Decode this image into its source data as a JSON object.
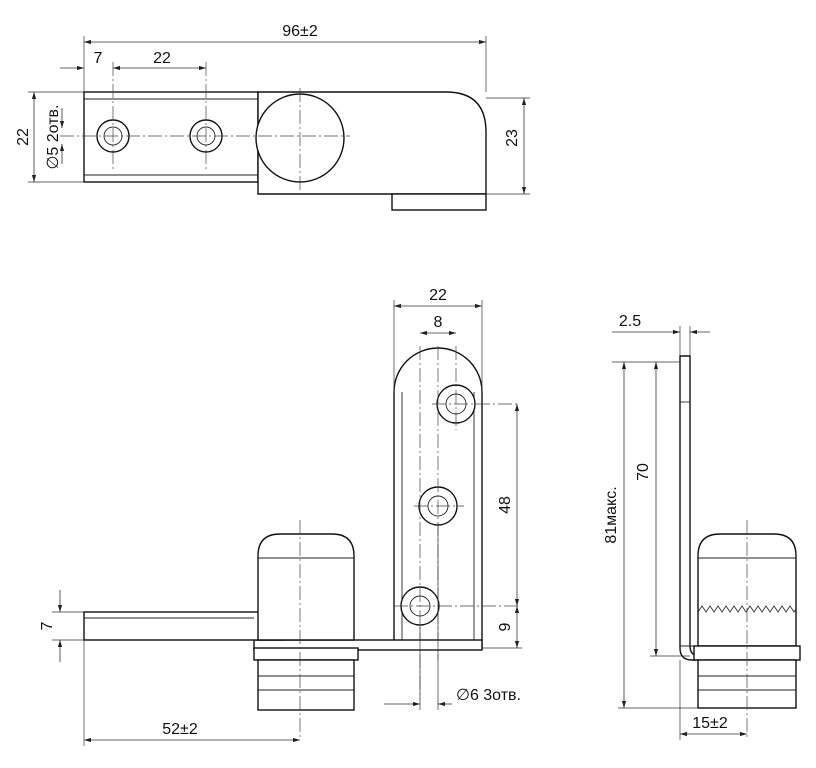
{
  "drawing": {
    "title": "",
    "dimensions": {
      "overall_length": "96±2",
      "hole_offset": "7",
      "hole_spacing_top": "22",
      "plate_width": "22",
      "head_height": "23",
      "top_holes": "∅5 2отв.",
      "bracket_width": "22",
      "bracket_hole_offset": "8",
      "bracket_hole_spacing": "48",
      "bracket_bottom_offset": "9",
      "bracket_holes": "∅6  3отв.",
      "plate_thickness": "7",
      "arm_length": "52±2",
      "sheet_thickness": "2.5",
      "height_inner": "70",
      "height_max": "81макс.",
      "pivot_offset": "15±2"
    }
  }
}
